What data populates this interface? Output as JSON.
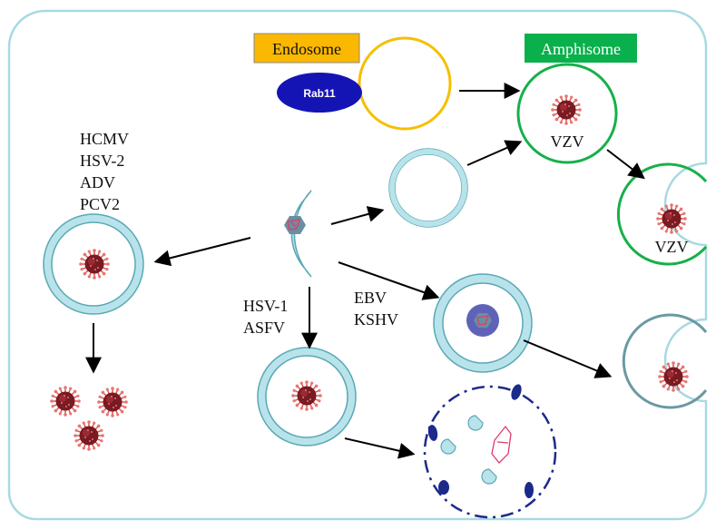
{
  "labels": {
    "endosome": "Endosome",
    "amphisome": "Amphisome",
    "rab11": "Rab11",
    "virus_group_1": [
      "HCMV",
      "HSV-2",
      "ADV",
      "PCV2"
    ],
    "virus_group_2": [
      "HSV-1",
      "ASFV"
    ],
    "virus_group_3": [
      "EBV",
      "KSHV"
    ],
    "vzv_top": "VZV",
    "vzv_right": "VZV"
  },
  "colors": {
    "cell_border": "#a9d9e2",
    "membrane_fill": "#b9e3ea",
    "membrane_stroke": "#5aa8b6",
    "endosome_box": "#fbb800",
    "endosome_ring": "#f5c000",
    "amphisome_box": "#0ab04c",
    "amphisome_ring": "#16b04a",
    "rab11": "#1414b4",
    "virion": "#8b1a1a",
    "lysosome": "#1c2a8c",
    "capsid": "#6a8fa0",
    "dna": "#e23a6a"
  }
}
